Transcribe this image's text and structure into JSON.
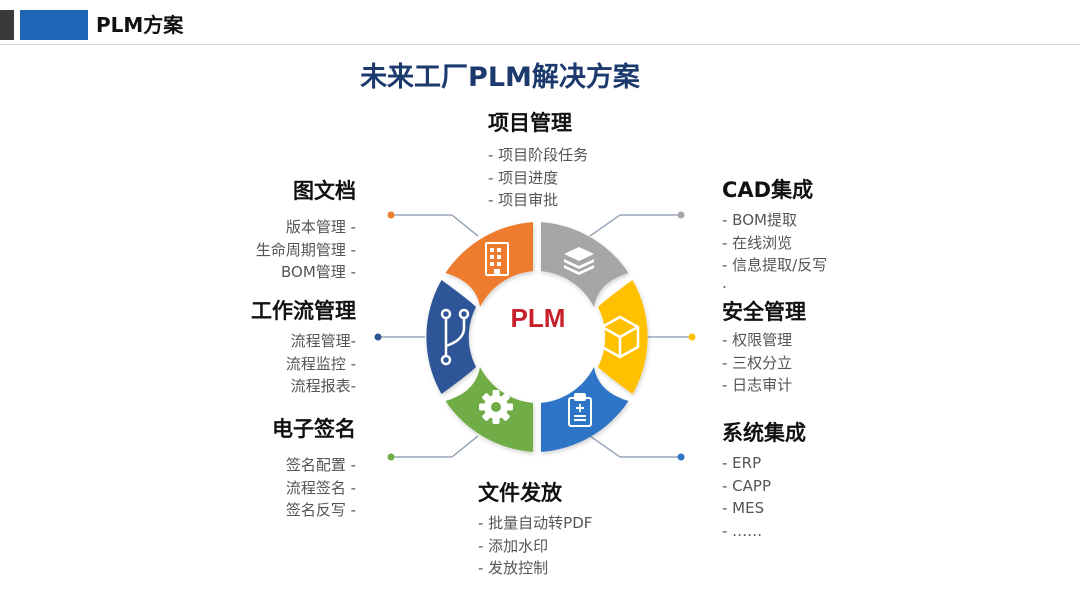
{
  "header": {
    "title": "PLM方案"
  },
  "main_title": "未来工厂PLM解决方案",
  "center": {
    "label": "PLM",
    "color": "#c8202a"
  },
  "colors": {
    "orange": "#ee7c2d",
    "gray": "#a6a6a6",
    "yellow": "#ffc000",
    "blue": "#2e75c7",
    "green": "#70ad47",
    "navy": "#2f5597"
  },
  "modules": {
    "project": {
      "title": "项目管理",
      "items": [
        "- 项目阶段任务",
        "- 项目进度",
        "- 项目审批"
      ]
    },
    "docs": {
      "title": "图文档",
      "items": [
        "版本管理 -",
        "生命周期管理 -",
        "BOM管理 -"
      ]
    },
    "cad": {
      "title": "CAD集成",
      "items": [
        "- BOM提取",
        "- 在线浏览",
        "- 信息提取/反写",
        "."
      ]
    },
    "workflow": {
      "title": "工作流管理",
      "items": [
        "流程管理-",
        "流程监控 -",
        "流程报表-"
      ]
    },
    "security": {
      "title": "安全管理",
      "items": [
        "- 权限管理",
        "- 三权分立",
        "- 日志审计"
      ]
    },
    "esign": {
      "title": "电子签名",
      "items": [
        "签名配置 -",
        "流程签名 -",
        "签名反写 -"
      ]
    },
    "system": {
      "title": "系统集成",
      "items": [
        "- ERP",
        "- CAPP",
        "- MES",
        "- ……"
      ]
    },
    "publish": {
      "title": "文件发放",
      "items": [
        "- 批量自动转PDF",
        "- 添加水印",
        "- 发放控制"
      ]
    }
  }
}
